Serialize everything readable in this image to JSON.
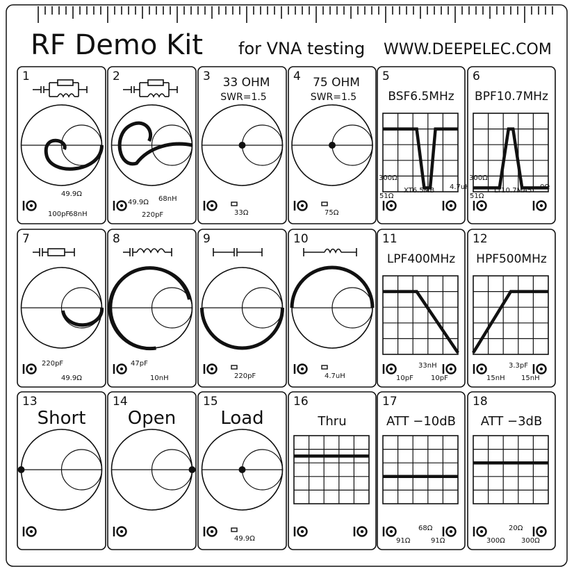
{
  "header": {
    "title": "RF Demo Kit",
    "subtitle": "for VNA testing",
    "site": "WWW.DEEPELEC.COM"
  },
  "cells": [
    {
      "num": "1",
      "kind": "smith",
      "title": "",
      "title2": "",
      "labels": [
        "49.9Ω",
        "100pF",
        "68nH"
      ],
      "ports": 1,
      "trace": "spiral-right"
    },
    {
      "num": "2",
      "kind": "smith",
      "title": "",
      "title2": "",
      "labels": [
        "49.9Ω",
        "68nH",
        "220pF"
      ],
      "ports": 1,
      "trace": "spiral-left"
    },
    {
      "num": "3",
      "kind": "smith",
      "title": "33 OHM",
      "title2": "SWR=1.5",
      "labels": [
        "33Ω"
      ],
      "ports": 1,
      "trace": "dot-left"
    },
    {
      "num": "4",
      "kind": "smith",
      "title": "75 OHM",
      "title2": "SWR=1.5",
      "labels": [
        "75Ω"
      ],
      "ports": 1,
      "trace": "dot-right"
    },
    {
      "num": "5",
      "kind": "grid",
      "title": "BSF6.5MHz",
      "title2": "",
      "labels": [
        "300Ω",
        "51Ω",
        "XT6.5MB",
        "4.7uH"
      ],
      "ports": 2,
      "trace": "notch"
    },
    {
      "num": "6",
      "kind": "grid",
      "title": "BPF10.7MHz",
      "title2": "",
      "labels": [
        "300Ω",
        "51Ω",
        "LT10.7MA5",
        "0Ω"
      ],
      "ports": 2,
      "trace": "peak"
    },
    {
      "num": "7",
      "kind": "smith",
      "title": "",
      "title2": "",
      "labels": [
        "220pF",
        "49.9Ω"
      ],
      "ports": 1,
      "trace": "small-arc"
    },
    {
      "num": "8",
      "kind": "smith",
      "title": "",
      "title2": "",
      "labels": [
        "47pF",
        "10nH"
      ],
      "ports": 1,
      "trace": "upper-arc"
    },
    {
      "num": "9",
      "kind": "smith",
      "title": "",
      "title2": "",
      "labels": [
        "220pF"
      ],
      "ports": 1,
      "trace": "lower-arc"
    },
    {
      "num": "10",
      "kind": "smith",
      "title": "",
      "title2": "",
      "labels": [
        "4.7uH"
      ],
      "ports": 1,
      "trace": "top-arc"
    },
    {
      "num": "11",
      "kind": "grid",
      "title": "LPF400MHz",
      "title2": "",
      "labels": [
        "33nH",
        "10pF",
        "10pF"
      ],
      "ports": 2,
      "trace": "lowpass"
    },
    {
      "num": "12",
      "kind": "grid",
      "title": "HPF500MHz",
      "title2": "",
      "labels": [
        "3.3pF",
        "15nH",
        "15nH"
      ],
      "ports": 2,
      "trace": "highpass"
    },
    {
      "num": "13",
      "kind": "smith",
      "title": "Short",
      "title2": "",
      "labels": [],
      "ports": 1,
      "trace": "dot-short"
    },
    {
      "num": "14",
      "kind": "smith",
      "title": "Open",
      "title2": "",
      "labels": [],
      "ports": 1,
      "trace": "dot-open"
    },
    {
      "num": "15",
      "kind": "smith",
      "title": "Load",
      "title2": "",
      "labels": [
        "49.9Ω"
      ],
      "ports": 1,
      "trace": "dot-load"
    },
    {
      "num": "16",
      "kind": "grid",
      "title": "Thru",
      "title2": "",
      "labels": [],
      "ports": 2,
      "trace": "flat-top"
    },
    {
      "num": "17",
      "kind": "grid",
      "title": "ATT −10dB",
      "title2": "",
      "labels": [
        "68Ω",
        "91Ω",
        "91Ω"
      ],
      "ports": 2,
      "trace": "flat-low"
    },
    {
      "num": "18",
      "kind": "grid",
      "title": "ATT −3dB",
      "title2": "",
      "labels": [
        "20Ω",
        "300Ω",
        "300Ω"
      ],
      "ports": 2,
      "trace": "flat-mid"
    }
  ]
}
